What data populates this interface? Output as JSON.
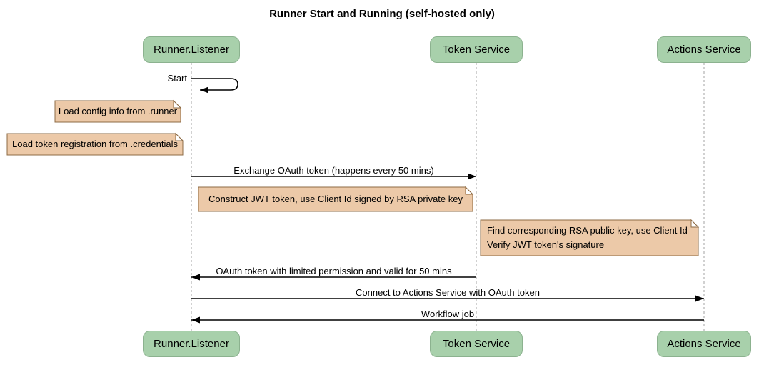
{
  "diagram": {
    "type": "sequence",
    "title": "Runner Start and Running (self-hosted only)"
  },
  "participants": [
    {
      "id": "runner-listener",
      "label": "Runner.Listener"
    },
    {
      "id": "token-service",
      "label": "Token Service"
    },
    {
      "id": "actions-service",
      "label": "Actions Service"
    }
  ],
  "messages": [
    {
      "label": "Start",
      "from": "Runner.Listener",
      "to": "Runner.Listener",
      "kind": "self"
    },
    {
      "label": "Exchange OAuth token (happens every 50 mins)",
      "from": "Runner.Listener",
      "to": "Token Service",
      "kind": "solid"
    },
    {
      "label": "OAuth token with limited permission and valid for 50 mins",
      "from": "Token Service",
      "to": "Runner.Listener",
      "kind": "solid"
    },
    {
      "label": "Connect to Actions Service with OAuth token",
      "from": "Runner.Listener",
      "to": "Actions Service",
      "kind": "solid"
    },
    {
      "label": "Workflow job",
      "from": "Actions Service",
      "to": "Runner.Listener",
      "kind": "solid"
    }
  ],
  "notes": [
    {
      "position": "left of Runner.Listener",
      "lines": [
        "Load config info from .runner"
      ]
    },
    {
      "position": "left of Runner.Listener",
      "lines": [
        "Load token registration from .credentials"
      ]
    },
    {
      "position": "right of Runner.Listener",
      "lines": [
        "Construct JWT token, use Client Id signed by RSA private key"
      ]
    },
    {
      "position": "left of Actions Service",
      "lines": [
        "Find corresponding RSA public key, use Client Id",
        "Verify JWT token's signature"
      ]
    }
  ],
  "colors": {
    "background": "#ffffff",
    "participant_fill": "#a8d0ab",
    "participant_border": "#8cb28f",
    "note_fill": "#ecc9a8",
    "note_border": "#8e6b44",
    "note_fold_fill": "#ffffff",
    "lifeline": "#a3a3a3",
    "arrow": "#000000",
    "text": "#000000"
  }
}
